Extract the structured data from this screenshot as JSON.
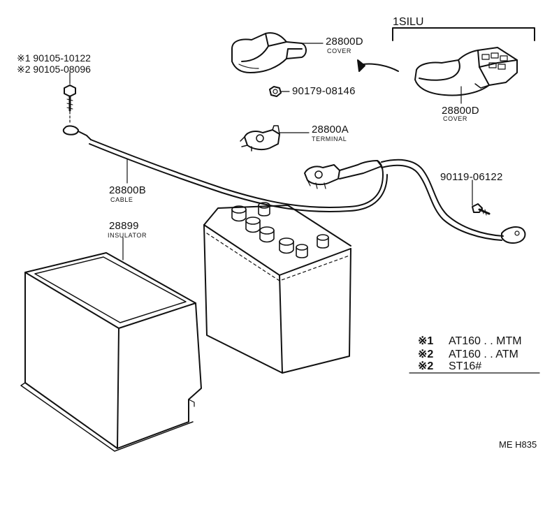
{
  "diagram": {
    "group_label": "1SILU",
    "bolt_note_1": "※1 90105-10122",
    "bolt_note_2": "※2 90105-08096",
    "cover_upper": {
      "part_no": "28800D",
      "name": "COVER"
    },
    "cover_lower": {
      "part_no": "28800D",
      "name": "COVER"
    },
    "nut": {
      "part_no": "90179-08146"
    },
    "terminal": {
      "part_no": "28800A",
      "name": "TERMINAL"
    },
    "cable": {
      "part_no": "28800B",
      "name": "CABLE"
    },
    "insulator": {
      "part_no": "28899",
      "name": "INSULATOR"
    },
    "screw": {
      "part_no": "90119-06122"
    },
    "legend": [
      {
        "marker": "※1",
        "text": "AT160 . . MTM"
      },
      {
        "marker": "※2",
        "text": "AT160 . . ATM"
      },
      {
        "marker": "※2",
        "text": "ST16#"
      }
    ],
    "figure_code": "ME H835"
  }
}
